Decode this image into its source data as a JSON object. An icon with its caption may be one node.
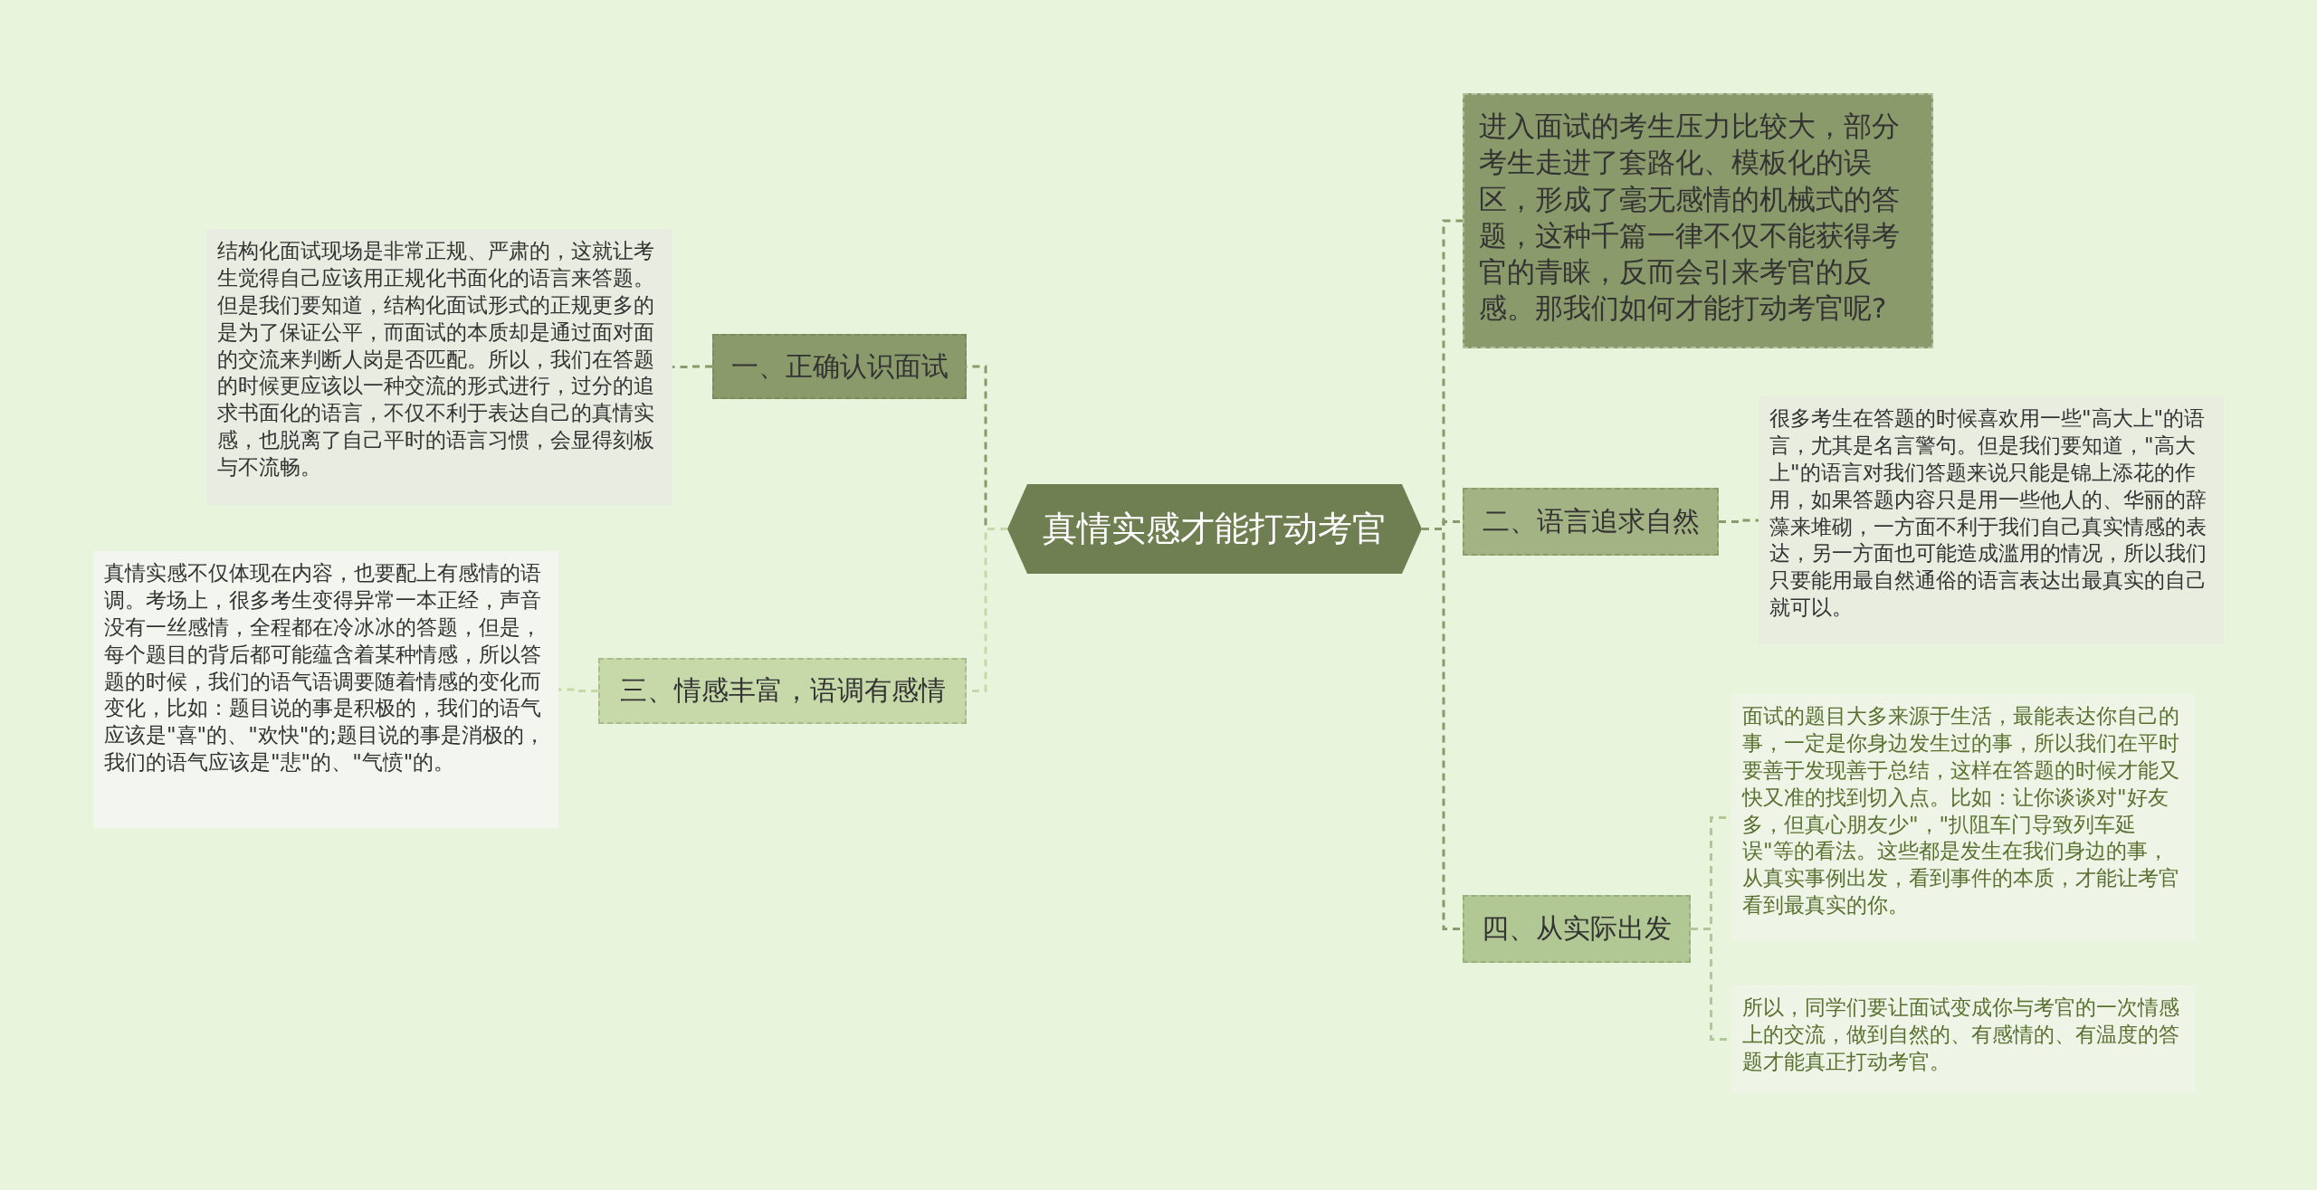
{
  "diagram": {
    "nodes": [
      {
        "text": [
          "真情实感才能打动考官"
        ]
      },
      {
        "text": [
          "一、正确认识面试"
        ]
      },
      {
        "text": [
          "结构化面试现场是非常正规、严肃的，这就让考生觉得自己应该用正规化书面化的语言来答题。但是我们要知道，结构化面试形式的正规更多的是为了保证公平，而面试的本质却是通过面对面的交流来判断人岗是否匹配。所以，我们在答题的时候更应该以一种交流的形式进行，过分的追求书面化的语言，不仅不利于表达自己的真情实感，也脱离了自己平时的语言习惯，会显得刻板与不流畅。"
        ]
      },
      {
        "text": [
          "三、情感丰富，语调有感情"
        ]
      },
      {
        "text": [
          "真情实感不仅体现在内容，也要配上有感情的语调。考场上，很多考生变得异常一本正经，声音没有一丝感情，全程都在冷冰冰的答题，但是，每个题目的背后都可能蕴含着某种情感，所以答题的时候，我们的语气语调要随着情感的变化而变化，比如：题目说的事是积极的，我们的语气应该是\"喜\"的、\"欢快\"的;题目说的事是消极的，我们的语气应该是\"悲\"的、\"气愤\"的。"
        ]
      },
      {
        "text": [
          "进入面试的考生压力比较大，部分考生走进了套路化、模板化的误区，形成了毫无感情的机械式的答题，这种千篇一律不仅不能获得考官的青睐，反而会引来考官的反感。那我们如何才能打动考官呢?"
        ]
      },
      {
        "text": [
          "二、语言追求自然"
        ]
      },
      {
        "text": [
          "很多考生在答题的时候喜欢用一些\"高大上\"的语言，尤其是名言警句。但是我们要知道，\"高大上\"的语言对我们答题来说只能是锦上添花的作用，如果答题内容只是用一些他人的、华丽的辞藻来堆砌，一方面不利于我们自己真实情感的表达，另一方面也可能造成滥用的情况，所以我们只要能用最自然通俗的语言表达出最真实的自己就可以。"
        ]
      },
      {
        "text": [
          "四、从实际出发"
        ]
      },
      {
        "text": [
          "面试的题目大多来源于生活，最能表达你自己的事，一定是你身边发生过的事，所以我们在平时要善于发现善于总结，这样在答题的时候才能又快又准的找到切入点。比如：让你谈谈对\"好友多，但真心朋友少\"，\"扒阻车门导致列车延误\"等的看法。这些都是发生在我们身边的事，从真实事例出发，看到事件的本质，才能让考官看到最真实的你。"
        ]
      },
      {
        "text": [
          "所以，同学们要让面试变成你与考官的一次情感上的交流，做到自然的、有感情的、有温度的答题才能真正打动考官。"
        ]
      }
    ],
    "edges": [
      {
        "from": 0,
        "to": 1,
        "arrow": "none",
        "style": "dashed"
      },
      {
        "from": 1,
        "to": 2,
        "arrow": "none",
        "style": "dashed"
      },
      {
        "from": 0,
        "to": 3,
        "arrow": "none",
        "style": "dashed",
        "color": "#c7d9a8"
      },
      {
        "from": 3,
        "to": 4,
        "arrow": "none",
        "style": "dashed",
        "color": "#c7d9a8"
      },
      {
        "from": 0,
        "to": 5,
        "arrow": "none",
        "style": "dashed"
      },
      {
        "from": 0,
        "to": 6,
        "arrow": "none",
        "style": "dashed"
      },
      {
        "from": 6,
        "to": 7,
        "arrow": "none",
        "style": "dashed"
      },
      {
        "from": 0,
        "to": 8,
        "arrow": "none",
        "style": "dashed"
      },
      {
        "from": 8,
        "to": 9,
        "arrow": "none",
        "style": "dashed",
        "color": "#b2c894"
      },
      {
        "from": 8,
        "to": 10,
        "arrow": "none",
        "style": "dashed",
        "color": "#b2c894"
      }
    ]
  }
}
